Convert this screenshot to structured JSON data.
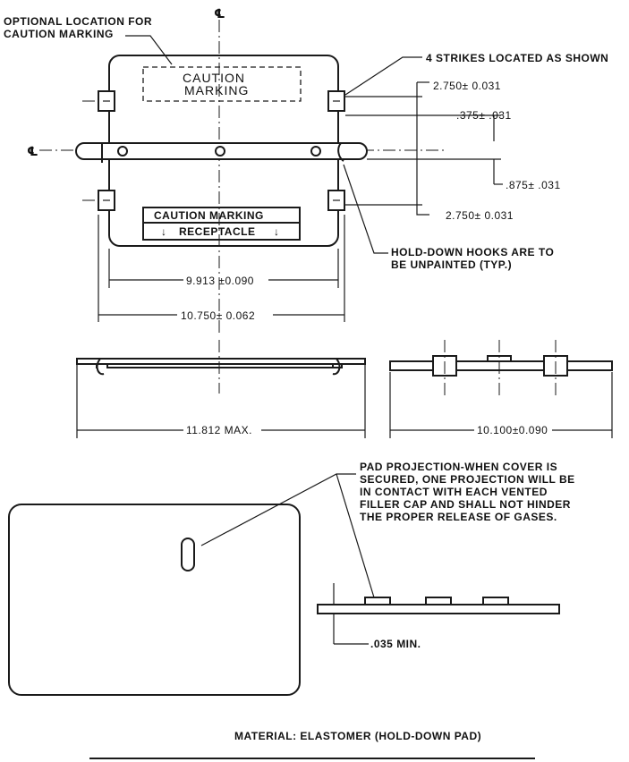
{
  "labels": {
    "optional_location_1": "OPTIONAL LOCATION FOR",
    "optional_location_2": "CAUTION MARKING",
    "caution_box_1": "CAUTION",
    "caution_box_2": "MARKING",
    "strikes": "4 STRIKES  LOCATED AS SHOWN",
    "dim_top": "2.750± 0.031",
    "dim_375": ".375± .031",
    "dim_875": ".875± .031",
    "dim_bottom": "2.750± 0.031",
    "centerline": "℄",
    "caution_marking": "CAUTION  MARKING",
    "receptacle": "RECEPTACLE",
    "hooks_1": "HOLD-DOWN HOOKS ARE TO",
    "hooks_2": "BE UNPAINTED (TYP.)",
    "dim_9913": "9.913 ±0.090",
    "dim_10750": "10.750± 0.062",
    "dim_11812": "11.812 MAX.",
    "dim_10100": "10.100±0.090",
    "pad_1": "PAD PROJECTION-WHEN COVER IS",
    "pad_2": "SECURED, ONE PROJECTION WILL BE",
    "pad_3": "IN CONTACT WITH EACH VENTED",
    "pad_4": "FILLER CAP AND SHALL NOT HINDER",
    "pad_5": "THE PROPER RELEASE OF GASES.",
    "dim_035": ".035 MIN.",
    "material": "MATERIAL:  ELASTOMER (HOLD-DOWN PAD)"
  }
}
